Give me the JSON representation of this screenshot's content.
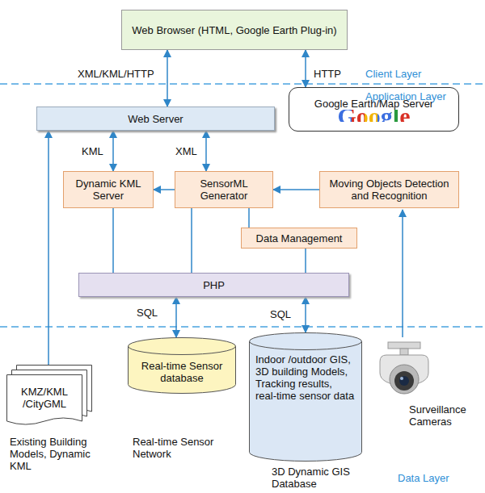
{
  "diagram": {
    "nodes": [
      {
        "text": [
          "Web Browser (HTML, Google Earth Plug-in)"
        ]
      },
      {
        "text": [
          "Web Server"
        ]
      },
      {
        "text": [
          "Google Earth/Map Server",
          "Google"
        ]
      },
      {
        "text": [
          "Dynamic KML Server"
        ]
      },
      {
        "text": [
          "SensorML Generator"
        ]
      },
      {
        "text": [
          "Moving Objects Detection and Recognition"
        ]
      },
      {
        "text": [
          "Data Management"
        ]
      },
      {
        "text": [
          "PHP"
        ]
      },
      {
        "text": [
          "Real-time Sensor database"
        ]
      },
      {
        "text": [
          "Indoor /outdoor GIS, 3D building Models, Tracking results, real-time sensor data"
        ]
      },
      {
        "text": [
          "KMZ/KML /CityGML"
        ]
      }
    ],
    "edges": [
      {
        "from": 0,
        "to": 1,
        "label": "XML/KML/HTTP",
        "arrow": "both"
      },
      {
        "from": 0,
        "to": 2,
        "label": "HTTP",
        "arrow": "both"
      },
      {
        "from": 1,
        "to": 3,
        "label": "KML",
        "arrow": "both"
      },
      {
        "from": 1,
        "to": 4,
        "label": "XML",
        "arrow": "both"
      },
      {
        "from": 4,
        "to": 3,
        "arrow": "to"
      },
      {
        "from": 5,
        "to": 4,
        "arrow": "to"
      },
      {
        "from": 3,
        "to": 7,
        "arrow": "none"
      },
      {
        "from": 4,
        "to": 7,
        "arrow": "none"
      },
      {
        "from": 4,
        "to": 6,
        "arrow": "none"
      },
      {
        "from": 6,
        "to": 7,
        "arrow": "none"
      },
      {
        "from": 7,
        "to": 8,
        "label": "SQL",
        "arrow": "both"
      },
      {
        "from": 7,
        "to": 9,
        "label": "SQL",
        "arrow": "both"
      },
      {
        "from": 10,
        "to": 1,
        "arrow": "to"
      }
    ],
    "labels": [
      "Client Layer",
      "Application Layer",
      "Existing Building Models, Dynamic KML",
      "Real-time Sensor Network",
      "3D Dynamic GIS Database",
      "Surveillance Cameras",
      "Data Layer"
    ]
  }
}
